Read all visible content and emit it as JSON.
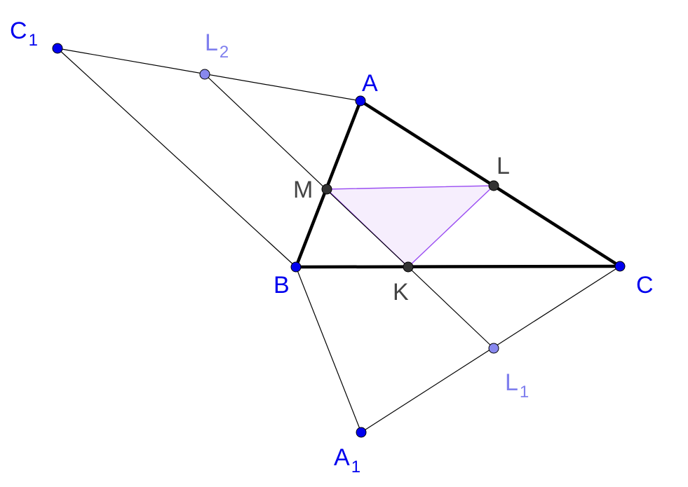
{
  "colors": {
    "background": "#ffffff",
    "thin_line": "#000000",
    "bold_line": "#000000",
    "fill_triangle": "#f6eefd",
    "triangle_stroke": "#9a4df2",
    "point_primary": "#0000ee",
    "point_secondary": "#8888ee",
    "point_dark": "#333333",
    "label_primary": "#0000ee",
    "label_secondary": "#7f7fee",
    "label_dark": "#444444"
  },
  "points": {
    "A": {
      "label": "A",
      "subscript": "",
      "style": "primary"
    },
    "B": {
      "label": "B",
      "subscript": "",
      "style": "primary"
    },
    "C": {
      "label": "C",
      "subscript": "",
      "style": "primary"
    },
    "A1": {
      "label": "A",
      "subscript": "1",
      "style": "primary"
    },
    "C1": {
      "label": "C",
      "subscript": "1",
      "style": "primary"
    },
    "L1": {
      "label": "L",
      "subscript": "1",
      "style": "secondary"
    },
    "L2": {
      "label": "L",
      "subscript": "2",
      "style": "secondary"
    },
    "M": {
      "label": "M",
      "subscript": "",
      "style": "dark"
    },
    "L": {
      "label": "L",
      "subscript": "",
      "style": "dark"
    },
    "K": {
      "label": "K",
      "subscript": "",
      "style": "dark"
    }
  },
  "segments_thin": [
    [
      "C1",
      "A"
    ],
    [
      "C1",
      "B"
    ],
    [
      "L2",
      "K"
    ],
    [
      "K",
      "L1"
    ],
    [
      "B",
      "A1"
    ],
    [
      "A1",
      "C"
    ]
  ],
  "segments_bold": [
    [
      "A",
      "B"
    ],
    [
      "A",
      "C"
    ],
    [
      "B",
      "C"
    ]
  ],
  "triangle_MLK": [
    "M",
    "L",
    "K"
  ]
}
